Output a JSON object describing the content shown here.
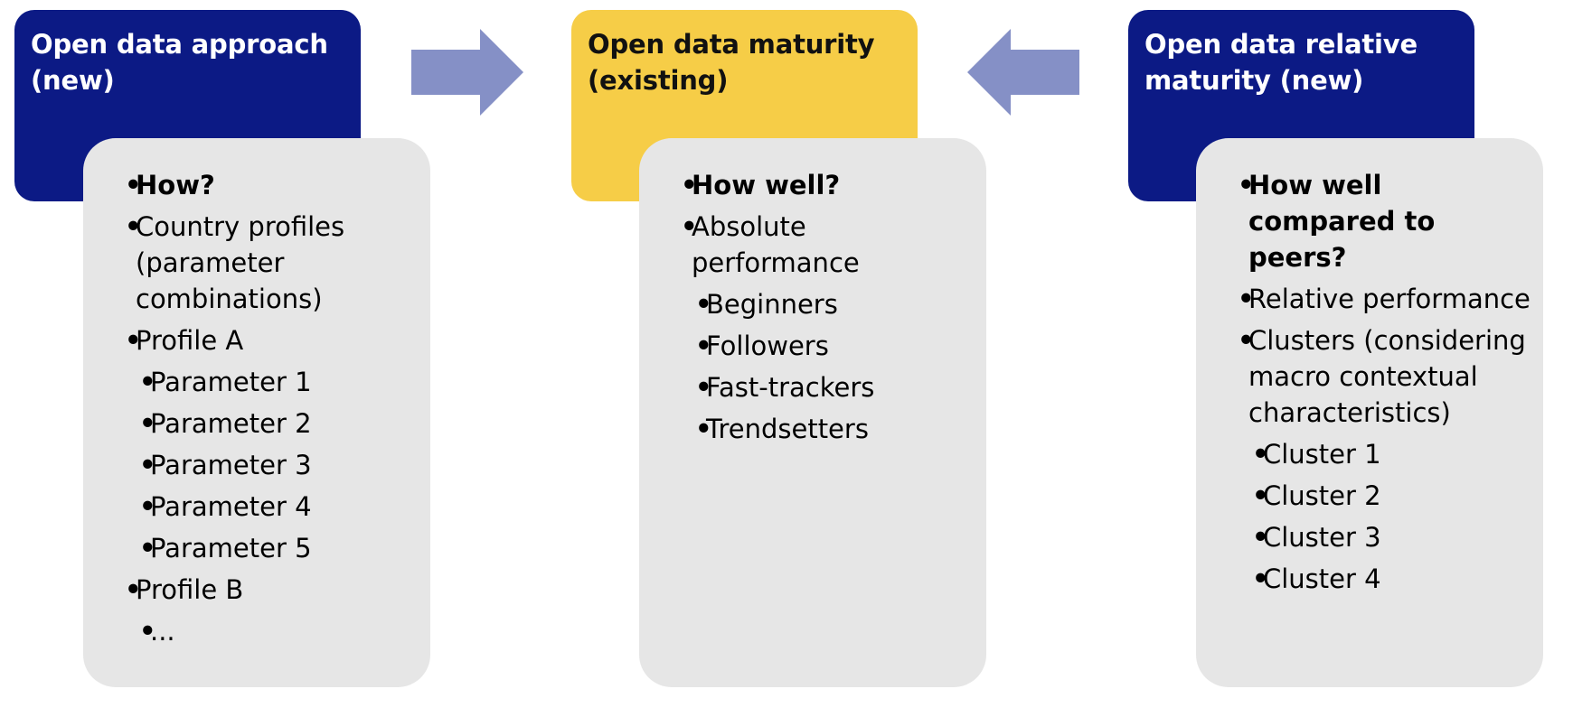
{
  "columns": [
    {
      "title": "Open data approach\n(new)",
      "color": "#0c1a85",
      "items": [
        {
          "text": "How?",
          "level": 1,
          "bold": true
        },
        {
          "text": "Country profiles (parameter combinations)",
          "level": 1,
          "bold": false
        },
        {
          "text": "Profile A",
          "level": 1,
          "bold": false
        },
        {
          "text": "Parameter 1",
          "level": 2,
          "bold": false
        },
        {
          "text": "Parameter 2",
          "level": 2,
          "bold": false
        },
        {
          "text": "Parameter 3",
          "level": 2,
          "bold": false
        },
        {
          "text": "Parameter 4",
          "level": 2,
          "bold": false
        },
        {
          "text": "Parameter 5",
          "level": 2,
          "bold": false
        },
        {
          "text": "Profile B",
          "level": 1,
          "bold": false
        },
        {
          "text": "...",
          "level": 2,
          "bold": false
        }
      ]
    },
    {
      "title": "Open data maturity\n(existing)",
      "color": "#f6cd47",
      "items": [
        {
          "text": "How well?",
          "level": 1,
          "bold": true
        },
        {
          "text": "Absolute performance",
          "level": 1,
          "bold": false
        },
        {
          "text": "Beginners",
          "level": 2,
          "bold": false
        },
        {
          "text": "Followers",
          "level": 2,
          "bold": false
        },
        {
          "text": "Fast-trackers",
          "level": 2,
          "bold": false
        },
        {
          "text": "Trendsetters",
          "level": 2,
          "bold": false
        }
      ]
    },
    {
      "title": "Open data relative\nmaturity (new)",
      "color": "#0c1a85",
      "items": [
        {
          "text": "How well compared to peers?",
          "level": 1,
          "bold": true
        },
        {
          "text": "Relative performance",
          "level": 1,
          "bold": false
        },
        {
          "text": "Clusters (considering macro contextual characteristics)",
          "level": 1,
          "bold": false
        },
        {
          "text": "Cluster 1",
          "level": 2,
          "bold": false
        },
        {
          "text": "Cluster 2",
          "level": 2,
          "bold": false
        },
        {
          "text": "Cluster 3",
          "level": 2,
          "bold": false
        },
        {
          "text": "Cluster 4",
          "level": 2,
          "bold": false
        }
      ]
    }
  ],
  "arrow_color": "#8590c6"
}
